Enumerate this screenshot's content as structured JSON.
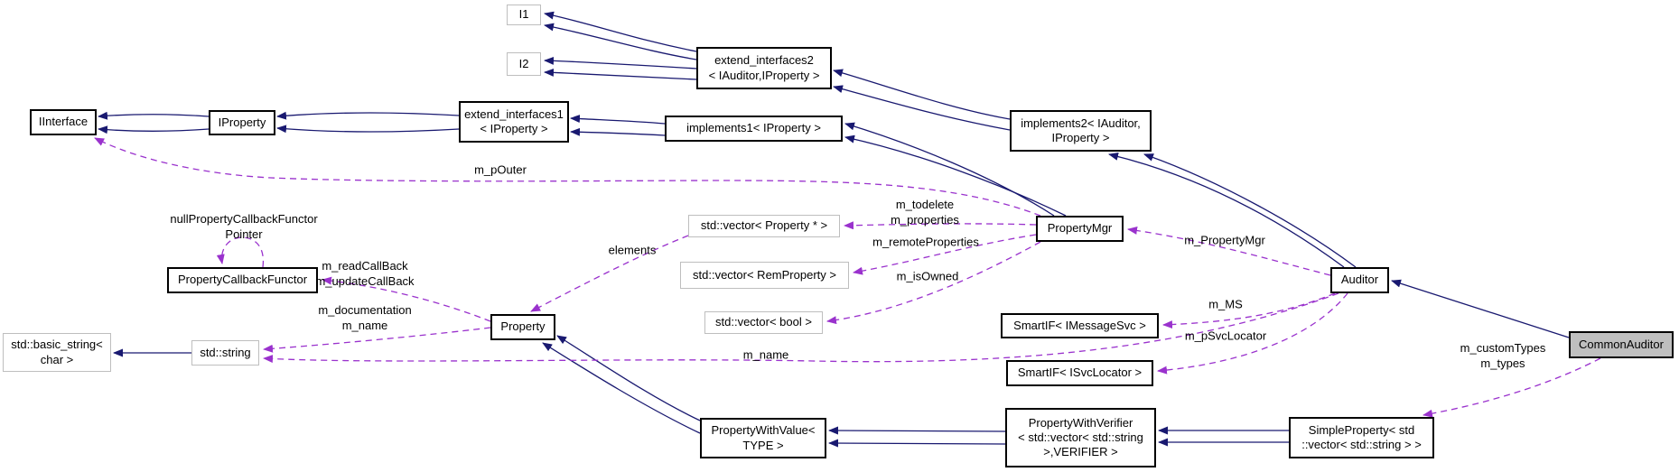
{
  "colors": {
    "inheritance_edge": "#191970",
    "usage_edge": "#9a32cd",
    "node_border": "#000000",
    "external_node_border": "#bebebe",
    "current_node_fill": "#bfbfbf",
    "background": "#ffffff"
  },
  "nodes": {
    "i1": {
      "label": "I1"
    },
    "i2": {
      "label": "I2"
    },
    "extend_interfaces2": {
      "label": "extend_interfaces2\n< IAuditor,IProperty >"
    },
    "iinterface": {
      "label": "IInterface"
    },
    "iproperty": {
      "label": "IProperty"
    },
    "extend_interfaces1": {
      "label": "extend_interfaces1\n< IProperty >"
    },
    "implements1": {
      "label": "implements1< IProperty >"
    },
    "implements2": {
      "label": "implements2< IAuditor,\nIProperty >"
    },
    "property_mgr": {
      "label": "PropertyMgr"
    },
    "auditor": {
      "label": "Auditor"
    },
    "common_auditor": {
      "label": "CommonAuditor"
    },
    "vector_property_ptr": {
      "label": "std::vector< Property * >"
    },
    "vector_rem_property": {
      "label": "std::vector< RemProperty >"
    },
    "vector_bool": {
      "label": "std::vector< bool >"
    },
    "smartif_imessagesvc": {
      "label": "SmartIF< IMessageSvc >"
    },
    "smartif_isvclocator": {
      "label": "SmartIF< ISvcLocator >"
    },
    "property_callback_functor": {
      "label": "PropertyCallbackFunctor"
    },
    "basic_string": {
      "label": "std::basic_string<\nchar >"
    },
    "std_string": {
      "label": "std::string"
    },
    "property": {
      "label": "Property"
    },
    "property_with_value": {
      "label": "PropertyWithValue<\nTYPE >"
    },
    "property_with_verifier": {
      "label": "PropertyWithVerifier\n< std::vector< std::string\n>,VERIFIER >"
    },
    "simple_property": {
      "label": "SimpleProperty< std\n::vector< std::string > >"
    }
  },
  "edge_labels": {
    "m_pouter": {
      "text": "m_pOuter"
    },
    "null_functor_pointer": {
      "text": "nullPropertyCallbackFunctor\nPointer"
    },
    "read_update_callback": {
      "text": "m_readCallBack\nm_updateCallBack"
    },
    "documentation_name": {
      "text": "m_documentation\nm_name"
    },
    "elements": {
      "text": "elements"
    },
    "todelete_properties": {
      "text": "m_todelete\nm_properties"
    },
    "remote_properties": {
      "text": "m_remoteProperties"
    },
    "is_owned": {
      "text": "m_isOwned"
    },
    "name": {
      "text": "m_name"
    },
    "property_mgr_ref": {
      "text": "m_PropertyMgr"
    },
    "ms": {
      "text": "m_MS"
    },
    "p_svc_locator": {
      "text": "m_pSvcLocator"
    },
    "custom_types": {
      "text": "m_customTypes\nm_types"
    }
  }
}
